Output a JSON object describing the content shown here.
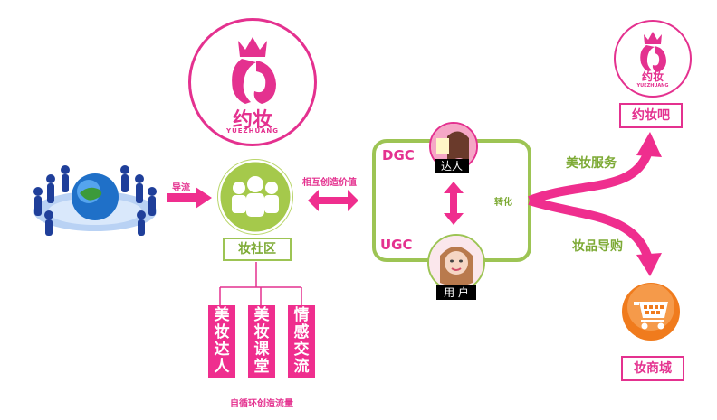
{
  "logo": {
    "name_cn": "约妆",
    "name_en": "YUEZHUANG"
  },
  "labels": {
    "guide_flow": "导流",
    "mutual_value": "相互创造价值",
    "community": "妆社区",
    "dgc": "DGC",
    "ugc": "UGC",
    "expert": "达人",
    "user": "用 户",
    "convert": "转化",
    "beauty_service": "美妆服务",
    "product_guide": "妆品导购",
    "yuezhuang_bar": "约妆吧",
    "mall": "妆商城",
    "cycle_traffic": "自循环创造流量"
  },
  "community_columns": [
    {
      "chars": [
        "美",
        "妆",
        "达",
        "人"
      ]
    },
    {
      "chars": [
        "美",
        "妆",
        "课",
        "堂"
      ]
    },
    {
      "chars": [
        "情",
        "感",
        "交",
        "流"
      ]
    }
  ],
  "colors": {
    "pink": "#e4318f",
    "magenta": "#ef2e8e",
    "green": "#9dc454",
    "green_text": "#7daa35",
    "orange": "#f07b1d"
  },
  "icons": {
    "globe": "globe-people-icon",
    "community": "group-people-icon",
    "cart": "shopping-cart-icon",
    "crown_logo": "crown-face-logo"
  }
}
